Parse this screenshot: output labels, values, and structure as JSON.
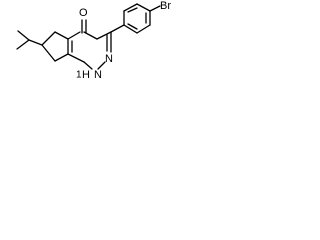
{
  "molecule": {
    "atoms": {
      "oxygen": "O",
      "bromine": "Br",
      "nitrogen_upper": "N",
      "nitrogen_lower": "N",
      "hydrogen": "H",
      "nh_prefix": "1"
    }
  }
}
